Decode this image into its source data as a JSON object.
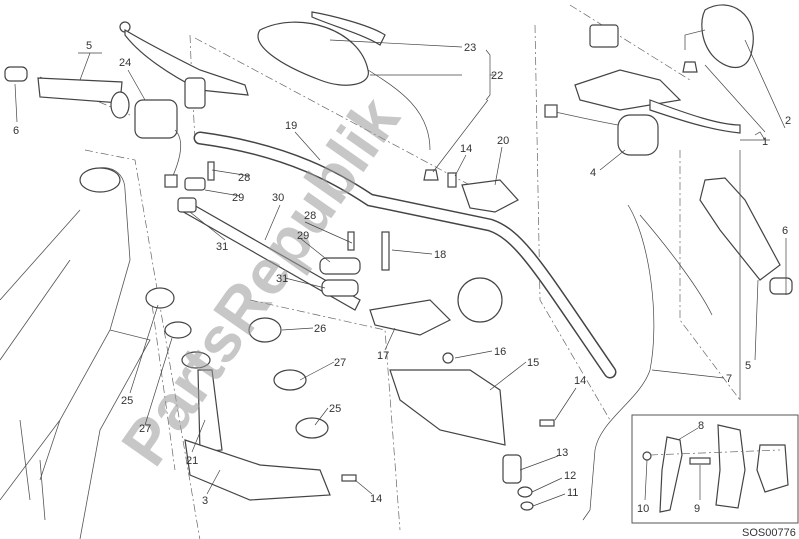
{
  "diagram": {
    "code": "SOS00776",
    "watermark": "PartsRepublik",
    "callouts": [
      "5",
      "6",
      "24",
      "19",
      "28",
      "29",
      "30",
      "31",
      "28",
      "29",
      "31",
      "23",
      "22",
      "14",
      "20",
      "18",
      "26",
      "27",
      "25",
      "25",
      "27",
      "21",
      "3",
      "14",
      "17",
      "16",
      "15",
      "14",
      "13",
      "12",
      "11",
      "7",
      "5",
      "6",
      "4",
      "1",
      "2",
      "8",
      "9",
      "10"
    ]
  },
  "colors": {
    "line": "#444444",
    "watermark": "#9a9a9a"
  }
}
